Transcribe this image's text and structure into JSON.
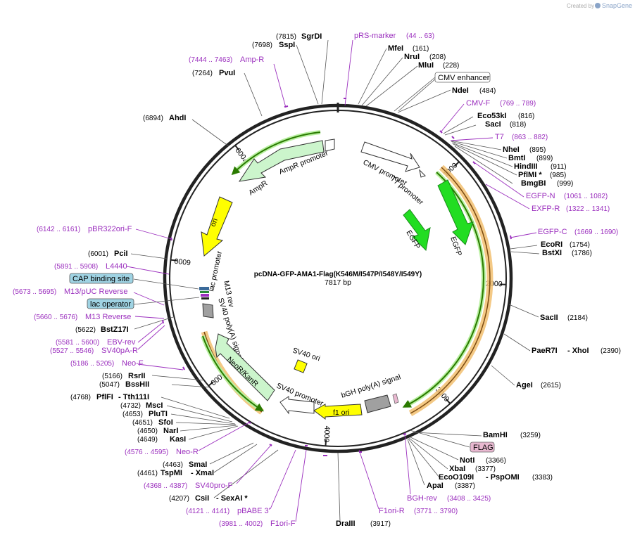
{
  "header": {
    "created_by": "Created by",
    "brand": "SnapGene",
    "brand_color": "#8aa4c8"
  },
  "plasmid": {
    "name": "pcDNA-GFP-AMA1-Flag(K546M/I547P/I548Y/I549Y)",
    "length": "7817 bp",
    "total_bp": 7817,
    "ticks": [
      {
        "bp": 1000,
        "label": "1000"
      },
      {
        "bp": 2000,
        "label": "2000"
      },
      {
        "bp": 3000,
        "label": "3000"
      },
      {
        "bp": 4000,
        "label": "4000"
      },
      {
        "bp": 5000,
        "label": "5000"
      },
      {
        "bp": 6000,
        "label": "6000"
      },
      {
        "bp": 7000,
        "label": "7000"
      }
    ]
  },
  "features": [
    {
      "name": "CMV promoter",
      "color": "#ffffff"
    },
    {
      "name": "T7 promoter",
      "color": "#ffffff"
    },
    {
      "name": "EGFP",
      "color": "#22dd22"
    },
    {
      "name": "EGFP",
      "color": "#22dd22"
    },
    {
      "name": "AmpR promoter",
      "color": "#ffffff"
    },
    {
      "name": "AmpR",
      "color": "#ccf5cc"
    },
    {
      "name": "ori",
      "color": "#ffff00"
    },
    {
      "name": "lac promoter",
      "color": "#ffffff"
    },
    {
      "name": "M13 rev",
      "color": "#ffffff"
    },
    {
      "name": "SV40 poly(A) signal",
      "color": "#a0a0a0"
    },
    {
      "name": "NeoR/KanR",
      "color": "#ccf5cc"
    },
    {
      "name": "SV40 promoter",
      "color": "#ffffff"
    },
    {
      "name": "SV40 ori",
      "color": "#ffff00"
    },
    {
      "name": "f1 ori",
      "color": "#ffff00"
    },
    {
      "name": "bGH poly(A) signal",
      "color": "#a0a0a0"
    }
  ],
  "enzymes": [
    {
      "name": "SgrDI",
      "coord": "(7815)"
    },
    {
      "name": "SspI",
      "coord": "(7698)"
    },
    {
      "name": "PvuI",
      "coord": "(7264)"
    },
    {
      "name": "AhdI",
      "coord": "(6894)"
    },
    {
      "name": "MfeI",
      "coord": "(161)"
    },
    {
      "name": "NruI",
      "coord": "(208)"
    },
    {
      "name": "MluI",
      "coord": "(228)"
    },
    {
      "name": "NdeI",
      "coord": "(484)"
    },
    {
      "name": "Eco53kI",
      "coord": "(816)"
    },
    {
      "name": "SacI",
      "coord": "(818)"
    },
    {
      "name": "NheI",
      "coord": "(895)"
    },
    {
      "name": "BmtI",
      "coord": "(899)"
    },
    {
      "name": "HindIII",
      "coord": "(911)"
    },
    {
      "name": "PflMI *",
      "coord": "(985)"
    },
    {
      "name": "BmgBI",
      "coord": "(999)"
    },
    {
      "name": "EcoRI",
      "coord": "(1754)"
    },
    {
      "name": "BstXI",
      "coord": "(1786)"
    },
    {
      "name": "SacII",
      "coord": "(2184)"
    },
    {
      "name": "PaeR7I",
      "coord": ""
    },
    {
      "name": "- XhoI",
      "coord": "(2390)"
    },
    {
      "name": "AgeI",
      "coord": "(2615)"
    },
    {
      "name": "BamHI",
      "coord": "(3259)"
    },
    {
      "name": "NotI",
      "coord": "(3366)"
    },
    {
      "name": "XbaI",
      "coord": "(3377)"
    },
    {
      "name": "EcoO109I",
      "coord": ""
    },
    {
      "name": "- PspOMI",
      "coord": "(3383)"
    },
    {
      "name": "ApaI",
      "coord": "(3387)"
    },
    {
      "name": "DraIII",
      "coord": "(3917)"
    },
    {
      "name": "CsiI",
      "coord": "(4207)"
    },
    {
      "name": "- SexAI *",
      "coord": ""
    },
    {
      "name": "TspMI",
      "coord": "(4461)"
    },
    {
      "name": "- XmaI",
      "coord": ""
    },
    {
      "name": "SmaI",
      "coord": "(4463)"
    },
    {
      "name": "KasI",
      "coord": "(4649)"
    },
    {
      "name": "NarI",
      "coord": "(4650)"
    },
    {
      "name": "SfoI",
      "coord": "(4651)"
    },
    {
      "name": "PluTI",
      "coord": "(4653)"
    },
    {
      "name": "MscI",
      "coord": "(4732)"
    },
    {
      "name": "PflFI",
      "coord": "(4768)"
    },
    {
      "name": "- Tth111I",
      "coord": ""
    },
    {
      "name": "BssHII",
      "coord": "(5047)"
    },
    {
      "name": "RsrII",
      "coord": "(5166)"
    },
    {
      "name": "BstZ17I",
      "coord": "(5622)"
    },
    {
      "name": "PciI",
      "coord": "(6001)"
    }
  ],
  "primers": [
    {
      "name": "pRS-marker",
      "coord": "(44 .. 63)"
    },
    {
      "name": "Amp-R",
      "coord": "(7444 .. 7463)"
    },
    {
      "name": "CMV-F",
      "coord": "(769 .. 789)"
    },
    {
      "name": "T7",
      "coord": "(863 .. 882)"
    },
    {
      "name": "EGFP-N",
      "coord": "(1061 .. 1082)"
    },
    {
      "name": "EXFP-R",
      "coord": "(1322 .. 1341)"
    },
    {
      "name": "EGFP-C",
      "coord": "(1669 .. 1690)"
    },
    {
      "name": "BGH-rev",
      "coord": "(3408 .. 3425)"
    },
    {
      "name": "F1ori-R",
      "coord": "(3771 .. 3790)"
    },
    {
      "name": "F1ori-F",
      "coord": "(3981 .. 4002)"
    },
    {
      "name": "pBABE 3'",
      "coord": "(4121 .. 4141)"
    },
    {
      "name": "SV40pro-F",
      "coord": "(4368 .. 4387)"
    },
    {
      "name": "Neo-R",
      "coord": "(4576 .. 4595)"
    },
    {
      "name": "Neo-F",
      "coord": "(5186 .. 5205)"
    },
    {
      "name": "SV40pA-R",
      "coord": "(5527 .. 5546)"
    },
    {
      "name": "EBV-rev",
      "coord": "(5581 .. 5600)"
    },
    {
      "name": "M13 Reverse",
      "coord": "(5660 .. 5676)"
    },
    {
      "name": "M13/pUC Reverse",
      "coord": "(5673 .. 5695)"
    },
    {
      "name": "L4440",
      "coord": "(5891 .. 5908)"
    },
    {
      "name": "pBR322ori-F",
      "coord": "(6142 .. 6161)"
    }
  ],
  "boxed_labels": [
    {
      "name": "CMV enhancer",
      "color": "#ffffff"
    },
    {
      "name": "FLAG",
      "color": "#e8b8d0"
    },
    {
      "name": "CAP binding site",
      "color": "#9fd3e3"
    },
    {
      "name": "lac operator",
      "color": "#9fd3e3"
    }
  ]
}
